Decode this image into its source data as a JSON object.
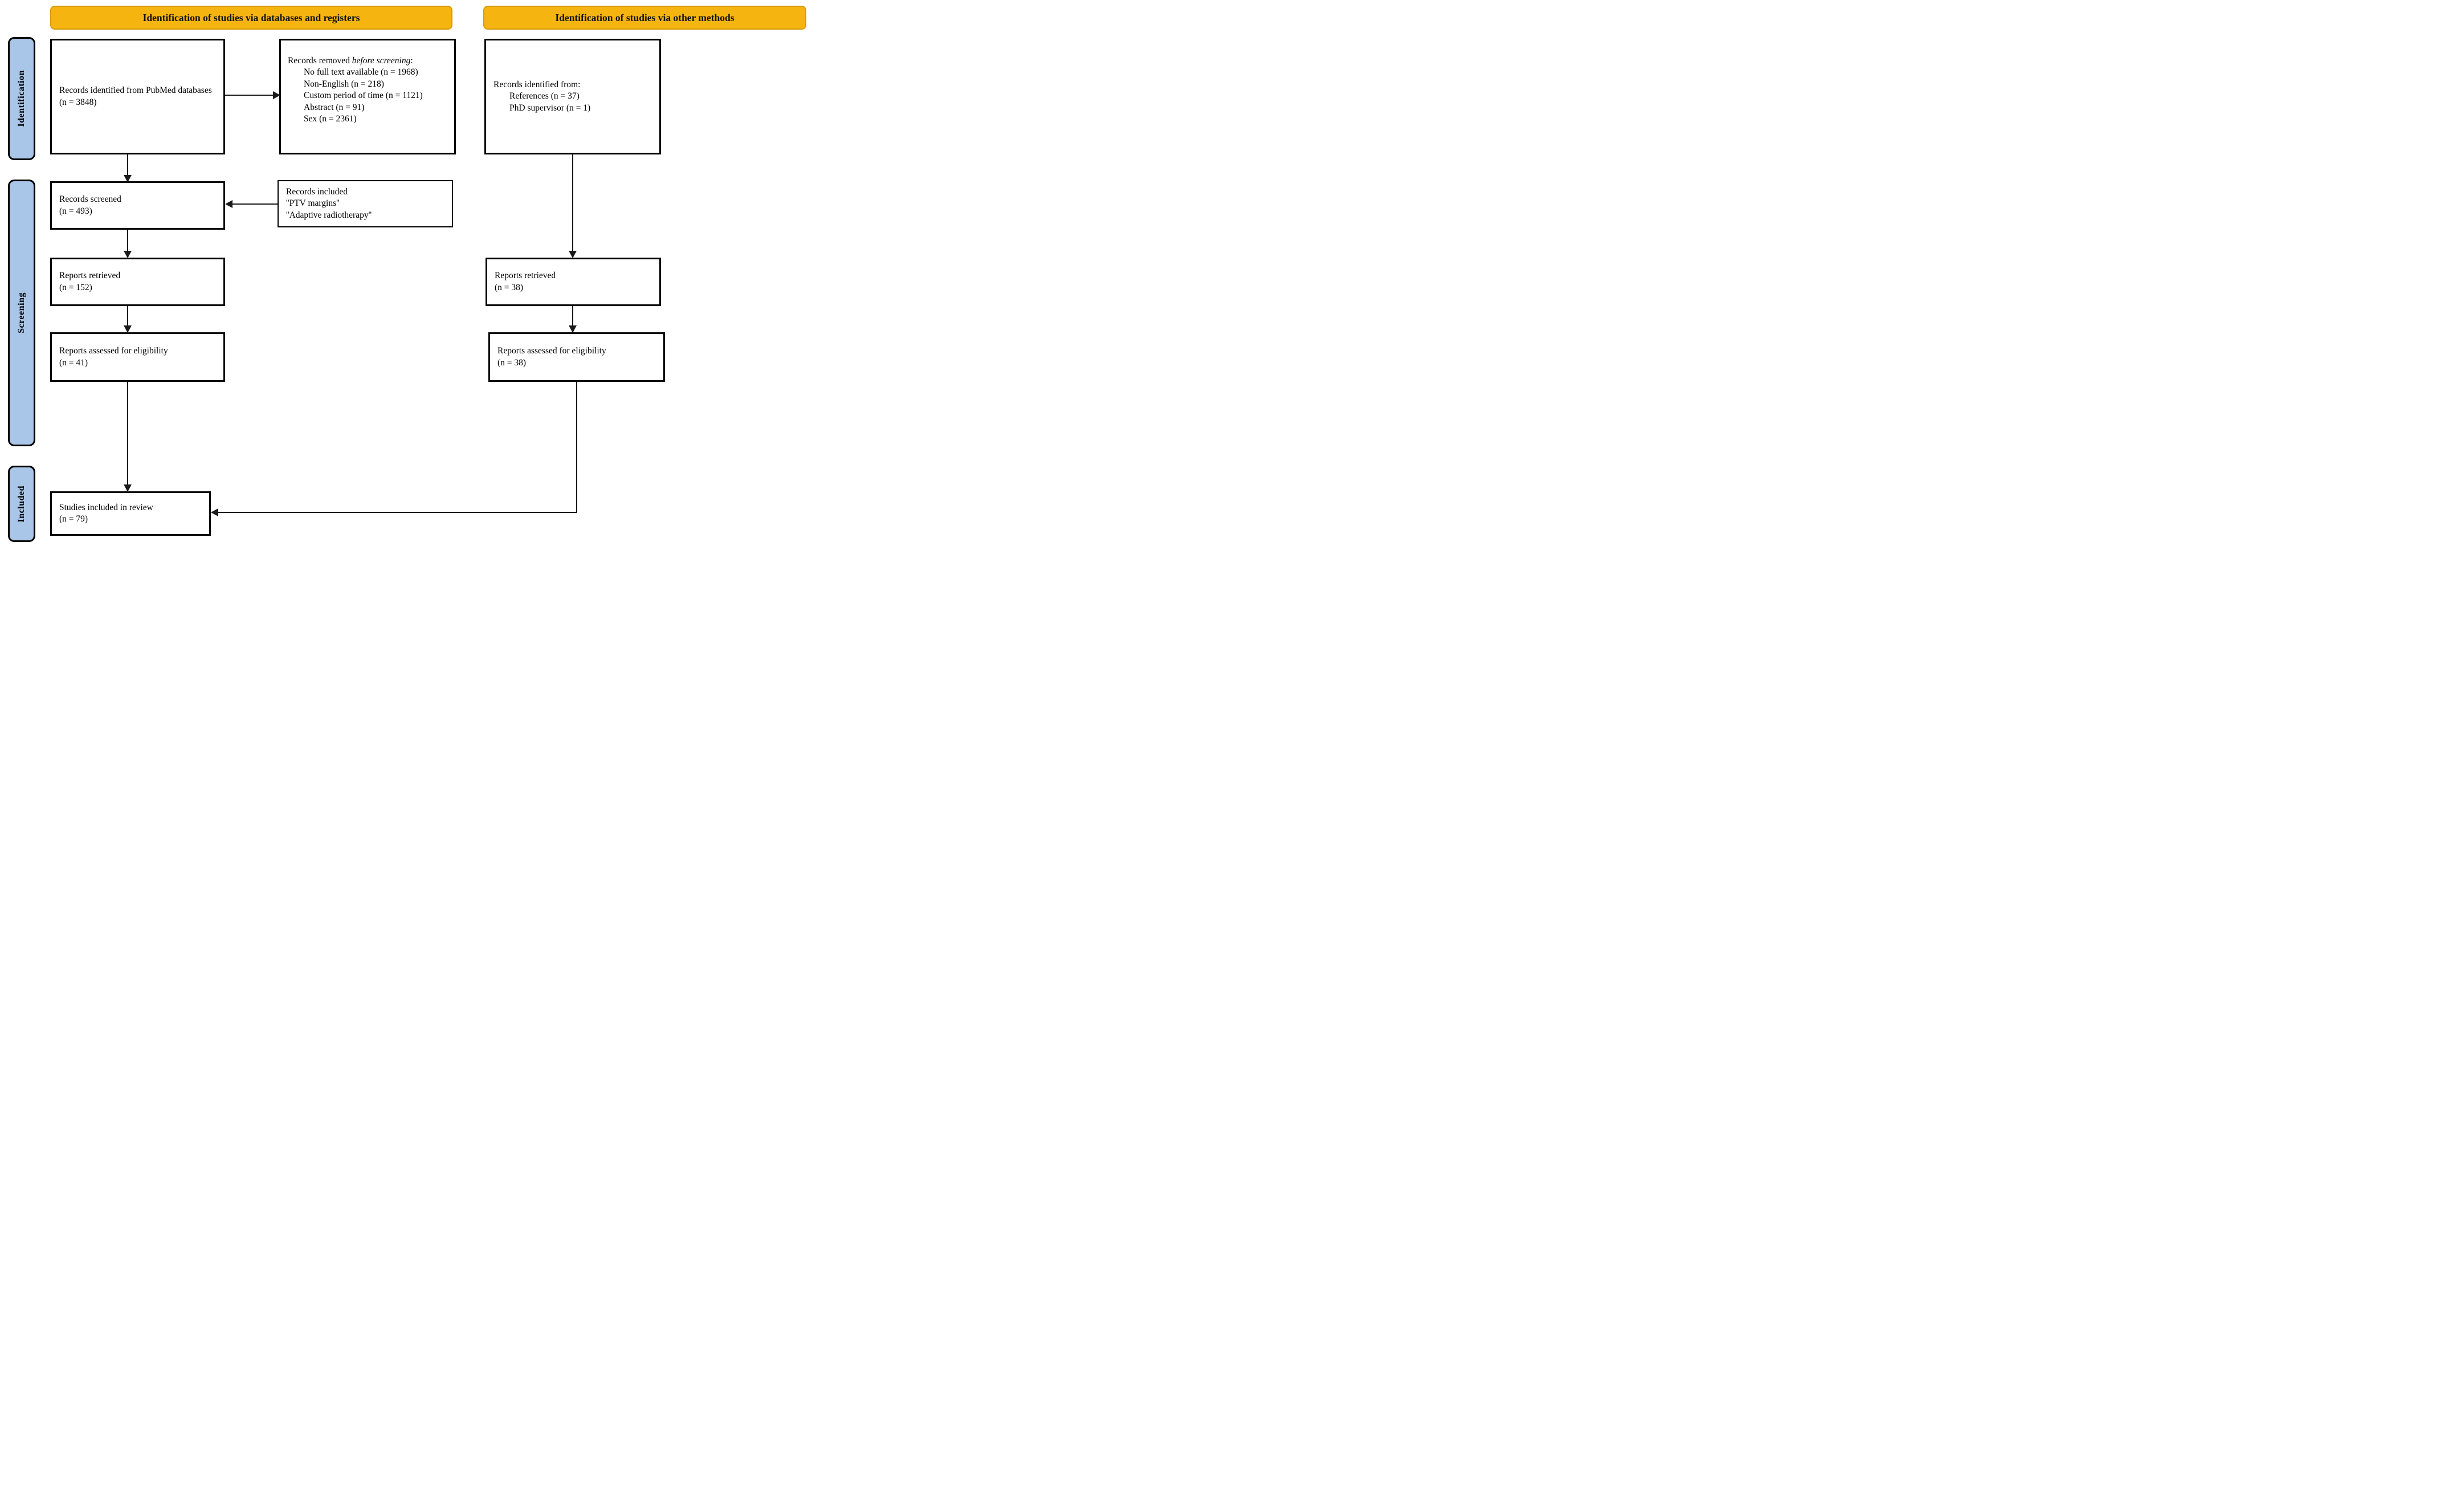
{
  "colors": {
    "banner-bg": "#F6B411",
    "banner-border": "#D79B07",
    "stage-bg": "#A9C6E8",
    "line": "#1a1a1a"
  },
  "headers": {
    "left": "Identification of studies via databases and registers",
    "right": "Identification of studies via other methods"
  },
  "stages": {
    "identification": "Identification",
    "screening": "Screening",
    "included": "Included"
  },
  "boxes": {
    "records_identified_db": {
      "text": "Records identified from PubMed databases (n = 3848)"
    },
    "records_removed": {
      "title_prefix": "Records removed ",
      "title_italic": "before screening",
      "title_suffix": ":",
      "items": [
        "No full text available (n = 1968)",
        "Non-English (n = 218)",
        "Custom period of time (n = 1121)",
        "Abstract (n = 91)",
        "Sex (n = 2361)"
      ]
    },
    "records_identified_other": {
      "title": "Records identified from:",
      "items": [
        "References (n = 37)",
        "PhD supervisor (n = 1)"
      ]
    },
    "records_screened": {
      "line1": "Records screened",
      "line2": "(n = 493)"
    },
    "records_included_note": {
      "lines": [
        "Records included",
        "''PTV margins''",
        "''Adaptive radiotherapy''"
      ]
    },
    "reports_retrieved_db": {
      "line1": "Reports retrieved",
      "line2": "(n = 152)"
    },
    "reports_assessed_db": {
      "line1": "Reports assessed for eligibility",
      "line2": "(n = 41)"
    },
    "reports_retrieved_other": {
      "line1": "Reports retrieved",
      "line2": "(n = 38)"
    },
    "reports_assessed_other": {
      "line1": "Reports assessed for eligibility",
      "line2": "(n = 38)"
    },
    "studies_included": {
      "line1": "Studies included in review",
      "line2": "(n = 79)"
    }
  }
}
